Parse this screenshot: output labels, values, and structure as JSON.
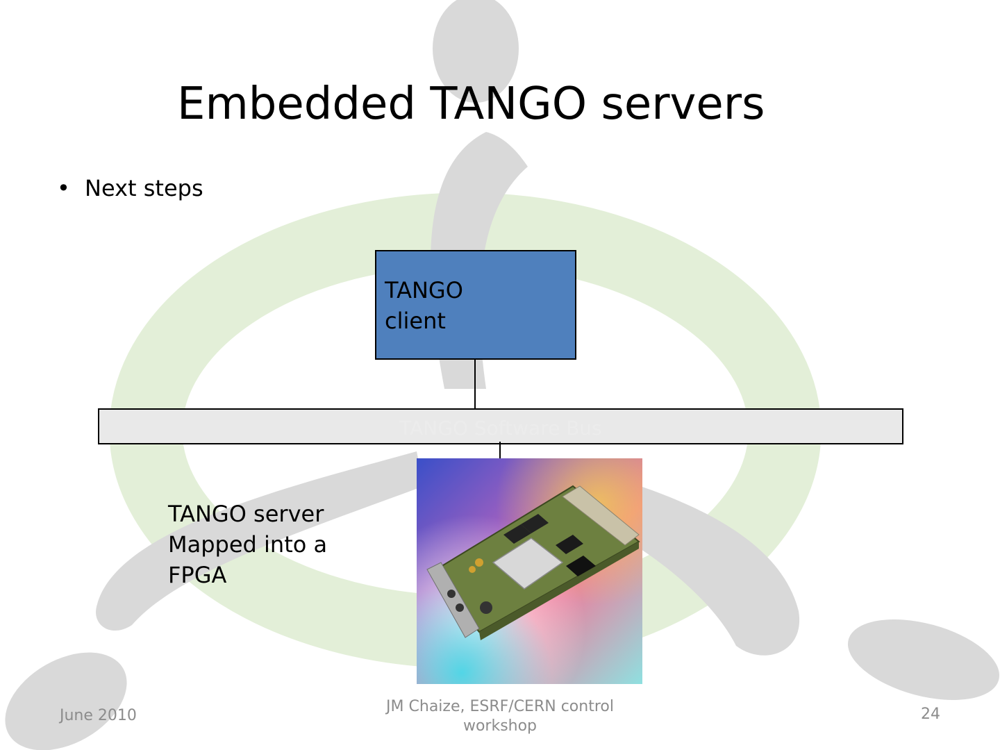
{
  "slide": {
    "title": "Embedded TANGO servers",
    "bullet": "Next steps"
  },
  "diagram": {
    "client_label_line1": "TANGO",
    "client_label_line2": "client",
    "bus_label": "TANGO Software Bus",
    "server_label_line1": "TANGO server",
    "server_label_line2": "Mapped into a",
    "server_label_line3": "FPGA",
    "client_color": "#4f80bd",
    "bus_color": "#e9e9e9"
  },
  "footer": {
    "date": "June 2010",
    "author_line1": "JM Chaize, ESRF/CERN control",
    "author_line2": "workshop",
    "page_number": "24"
  },
  "icons": {
    "background": "tango-logo-watermark",
    "board": "fpga-board-photo"
  }
}
